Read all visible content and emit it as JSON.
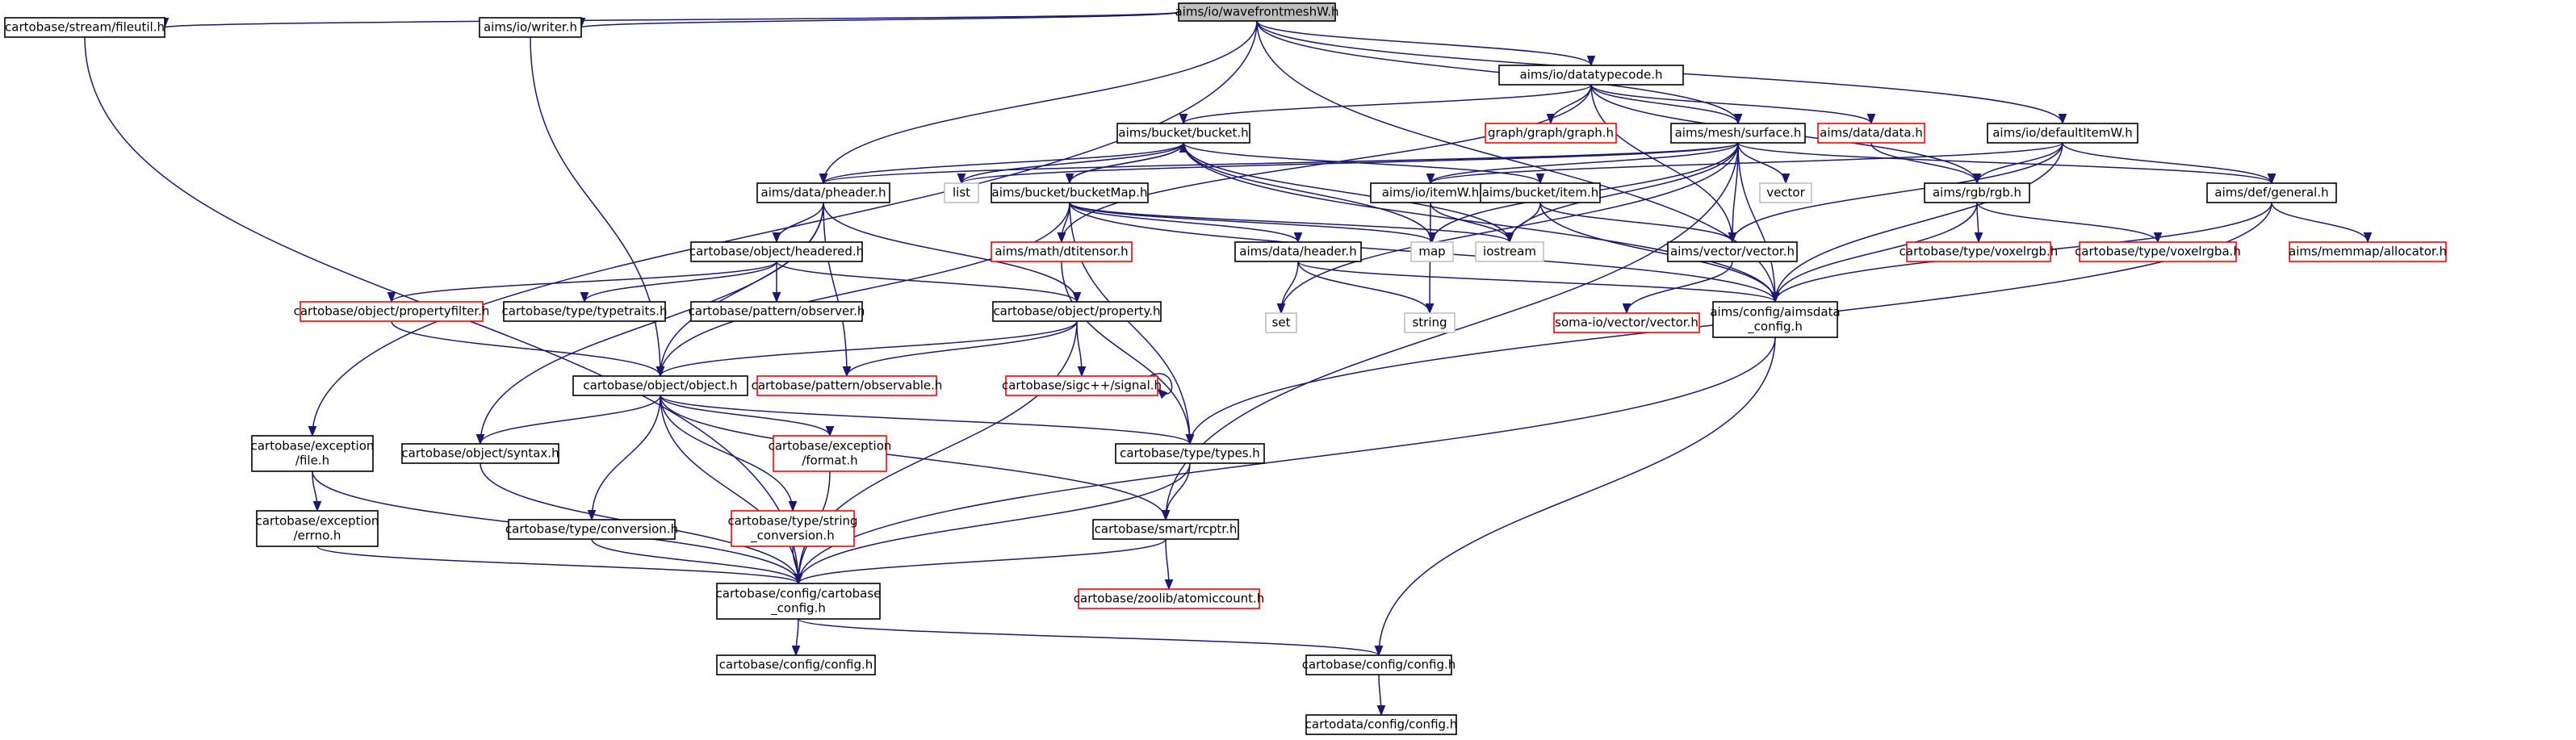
{
  "nodes": [
    {
      "id": "root",
      "lines": [
        "aims/io/wavefrontmeshW.h"
      ]
    },
    {
      "id": "fileutil",
      "lines": [
        "cartobase/stream/fileutil.h"
      ]
    },
    {
      "id": "writer",
      "lines": [
        "aims/io/writer.h"
      ]
    },
    {
      "id": "datatypecode",
      "lines": [
        "aims/io/datatypecode.h"
      ]
    },
    {
      "id": "bucket",
      "lines": [
        "aims/bucket/bucket.h"
      ]
    },
    {
      "id": "graph",
      "lines": [
        "graph/graph/graph.h"
      ]
    },
    {
      "id": "surface",
      "lines": [
        "aims/mesh/surface.h"
      ]
    },
    {
      "id": "datah",
      "lines": [
        "aims/data/data.h"
      ]
    },
    {
      "id": "defaultItemW",
      "lines": [
        "aims/io/defaultItemW.h"
      ]
    },
    {
      "id": "pheader",
      "lines": [
        "aims/data/pheader.h"
      ]
    },
    {
      "id": "list",
      "lines": [
        "list"
      ]
    },
    {
      "id": "bucketMap",
      "lines": [
        "aims/bucket/bucketMap.h"
      ]
    },
    {
      "id": "itemW",
      "lines": [
        "aims/io/itemW.h"
      ]
    },
    {
      "id": "item",
      "lines": [
        "aims/bucket/item.h"
      ]
    },
    {
      "id": "vector",
      "lines": [
        "vector"
      ]
    },
    {
      "id": "rgb",
      "lines": [
        "aims/rgb/rgb.h"
      ]
    },
    {
      "id": "general",
      "lines": [
        "aims/def/general.h"
      ]
    },
    {
      "id": "headered",
      "lines": [
        "cartobase/object/headered.h"
      ]
    },
    {
      "id": "dtitensor",
      "lines": [
        "aims/math/dtitensor.h"
      ]
    },
    {
      "id": "header",
      "lines": [
        "aims/data/header.h"
      ]
    },
    {
      "id": "map",
      "lines": [
        "map"
      ]
    },
    {
      "id": "iostream",
      "lines": [
        "iostream"
      ]
    },
    {
      "id": "aimsvector",
      "lines": [
        "aims/vector/vector.h"
      ]
    },
    {
      "id": "voxelrgb",
      "lines": [
        "cartobase/type/voxelrgb.h"
      ]
    },
    {
      "id": "voxelrgba",
      "lines": [
        "cartobase/type/voxelrgba.h"
      ]
    },
    {
      "id": "allocator",
      "lines": [
        "aims/memmap/allocator.h"
      ]
    },
    {
      "id": "propertyfilter",
      "lines": [
        "cartobase/object/propertyfilter.h"
      ]
    },
    {
      "id": "typetraits",
      "lines": [
        "cartobase/type/typetraits.h"
      ]
    },
    {
      "id": "observer",
      "lines": [
        "cartobase/pattern/observer.h"
      ]
    },
    {
      "id": "property",
      "lines": [
        "cartobase/object/property.h"
      ]
    },
    {
      "id": "set",
      "lines": [
        "set"
      ]
    },
    {
      "id": "string",
      "lines": [
        "string"
      ]
    },
    {
      "id": "somavector",
      "lines": [
        "soma-io/vector/vector.h"
      ]
    },
    {
      "id": "aimsdata_config",
      "lines": [
        "aims/config/aimsdata",
        "_config.h"
      ]
    },
    {
      "id": "object",
      "lines": [
        "cartobase/object/object.h"
      ]
    },
    {
      "id": "observable",
      "lines": [
        "cartobase/pattern/observable.h"
      ]
    },
    {
      "id": "signal",
      "lines": [
        "cartobase/sigc++/signal.h"
      ]
    },
    {
      "id": "exfile",
      "lines": [
        "cartobase/exception",
        "/file.h"
      ]
    },
    {
      "id": "syntax",
      "lines": [
        "cartobase/object/syntax.h"
      ]
    },
    {
      "id": "exformat",
      "lines": [
        "cartobase/exception",
        "/format.h"
      ]
    },
    {
      "id": "types",
      "lines": [
        "cartobase/type/types.h"
      ]
    },
    {
      "id": "exerrno",
      "lines": [
        "cartobase/exception",
        "/errno.h"
      ]
    },
    {
      "id": "conversion",
      "lines": [
        "cartobase/type/conversion.h"
      ]
    },
    {
      "id": "string_conversion",
      "lines": [
        "cartobase/type/string",
        "_conversion.h"
      ]
    },
    {
      "id": "rcptr",
      "lines": [
        "cartobase/smart/rcptr.h"
      ]
    },
    {
      "id": "cartobase_config",
      "lines": [
        "cartobase/config/cartobase",
        "_config.h"
      ]
    },
    {
      "id": "atomiccount",
      "lines": [
        "cartobase/zoolib/atomiccount.h"
      ]
    },
    {
      "id": "cb_config_config",
      "lines": [
        "cartobase/config/config.h"
      ]
    },
    {
      "id": "cb_config2",
      "lines": [
        "cartobase/config/config.h"
      ]
    },
    {
      "id": "cartodata_config",
      "lines": [
        "cartodata/config/config.h"
      ]
    }
  ],
  "edges": [
    [
      "root",
      "fileutil"
    ],
    [
      "root",
      "writer"
    ],
    [
      "root",
      "datatypecode"
    ],
    [
      "root",
      "surface"
    ],
    [
      "root",
      "defaultItemW"
    ],
    [
      "root",
      "pheader"
    ],
    [
      "root",
      "aimsdata_config"
    ],
    [
      "root",
      "exfile"
    ],
    [
      "fileutil",
      "cartobase_config"
    ],
    [
      "writer",
      "object"
    ],
    [
      "datatypecode",
      "bucket"
    ],
    [
      "datatypecode",
      "graph"
    ],
    [
      "datatypecode",
      "surface"
    ],
    [
      "datatypecode",
      "datah"
    ],
    [
      "datatypecode",
      "rgb"
    ],
    [
      "datatypecode",
      "aimsvector"
    ],
    [
      "datatypecode",
      "dtitensor"
    ],
    [
      "bucket",
      "bucketMap"
    ],
    [
      "bucket",
      "pheader"
    ],
    [
      "bucket",
      "list"
    ],
    [
      "bucket",
      "item"
    ],
    [
      "bucket",
      "map"
    ],
    [
      "bucket",
      "iostream"
    ],
    [
      "bucket",
      "aimsdata_config"
    ],
    [
      "bucketMap",
      "bucket"
    ],
    [
      "bucketMap",
      "dtitensor"
    ],
    [
      "bucketMap",
      "map"
    ],
    [
      "bucketMap",
      "iostream"
    ],
    [
      "bucketMap",
      "header"
    ],
    [
      "bucketMap",
      "object"
    ],
    [
      "bucketMap",
      "types"
    ],
    [
      "bucketMap",
      "aimsdata_config"
    ],
    [
      "surface",
      "pheader"
    ],
    [
      "surface",
      "itemW"
    ],
    [
      "surface",
      "vector"
    ],
    [
      "surface",
      "general"
    ],
    [
      "surface",
      "aimsvector"
    ],
    [
      "surface",
      "map"
    ],
    [
      "surface",
      "iostream"
    ],
    [
      "surface",
      "set"
    ],
    [
      "surface",
      "list"
    ],
    [
      "surface",
      "aimsdata_config"
    ],
    [
      "surface",
      "rcptr"
    ],
    [
      "datah",
      "rgb"
    ],
    [
      "defaultItemW",
      "rgb"
    ],
    [
      "defaultItemW",
      "general"
    ],
    [
      "defaultItemW",
      "aimsvector"
    ],
    [
      "defaultItemW",
      "aimsdata_config"
    ],
    [
      "defaultItemW",
      "itemW"
    ],
    [
      "itemW",
      "iostream"
    ],
    [
      "itemW",
      "string"
    ],
    [
      "item",
      "iostream"
    ],
    [
      "item",
      "aimsvector"
    ],
    [
      "item",
      "aimsdata_config"
    ],
    [
      "rgb",
      "voxelrgb"
    ],
    [
      "rgb",
      "voxelrgba"
    ],
    [
      "rgb",
      "aimsdata_config"
    ],
    [
      "general",
      "allocator"
    ],
    [
      "general",
      "aimsdata_config"
    ],
    [
      "general",
      "types"
    ],
    [
      "pheader",
      "headered"
    ],
    [
      "pheader",
      "property"
    ],
    [
      "pheader",
      "object"
    ],
    [
      "pheader",
      "syntax"
    ],
    [
      "pheader",
      "observable"
    ],
    [
      "headered",
      "propertyfilter"
    ],
    [
      "headered",
      "typetraits"
    ],
    [
      "headered",
      "observer"
    ],
    [
      "headered",
      "property"
    ],
    [
      "header",
      "set"
    ],
    [
      "header",
      "string"
    ],
    [
      "header",
      "aimsdata_config"
    ],
    [
      "aimsvector",
      "somavector"
    ],
    [
      "dtitensor",
      "types"
    ],
    [
      "propertyfilter",
      "object"
    ],
    [
      "property",
      "object"
    ],
    [
      "property",
      "observable"
    ],
    [
      "property",
      "signal"
    ],
    [
      "property",
      "cartobase_config"
    ],
    [
      "signal",
      "signal"
    ],
    [
      "object",
      "syntax"
    ],
    [
      "object",
      "exformat"
    ],
    [
      "object",
      "types"
    ],
    [
      "object",
      "conversion"
    ],
    [
      "object",
      "string_conversion"
    ],
    [
      "object",
      "rcptr"
    ],
    [
      "object",
      "cartobase_config"
    ],
    [
      "exfile",
      "exerrno"
    ],
    [
      "exfile",
      "cartobase_config"
    ],
    [
      "syntax",
      "cartobase_config"
    ],
    [
      "exerrno",
      "cartobase_config"
    ],
    [
      "exformat",
      "cartobase_config"
    ],
    [
      "string_conversion",
      "cartobase_config"
    ],
    [
      "conversion",
      "cartobase_config"
    ],
    [
      "types",
      "rcptr"
    ],
    [
      "types",
      "cartobase_config"
    ],
    [
      "rcptr",
      "cartobase_config"
    ],
    [
      "rcptr",
      "atomiccount"
    ],
    [
      "aimsdata_config",
      "cartobase_config"
    ],
    [
      "aimsdata_config",
      "cb_config2"
    ],
    [
      "cartobase_config",
      "cb_config_config"
    ],
    [
      "cartobase_config",
      "cb_config2"
    ],
    [
      "cb_config2",
      "cartodata_config"
    ]
  ],
  "colors": {
    "edge": "#191970",
    "node_border": "#000000",
    "external_border": "#ff0000",
    "system_border": "#bfbfbf",
    "root_fill": "#bfbfbf",
    "node_fill": "#ffffff"
  }
}
